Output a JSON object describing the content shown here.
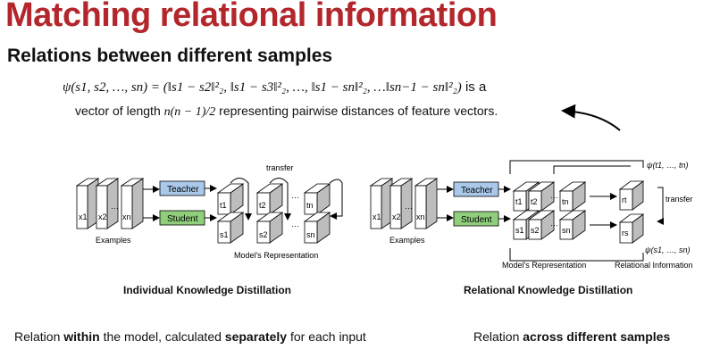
{
  "slide": {
    "title": "Matching relational information",
    "subtitle": "Relations between different samples",
    "formula": "ψ(s1, s2, …, sn) = (‖s1 − s2‖²₂, ‖s1 − s3‖²₂, …, ‖s1 − sn‖²₂, …‖sn−1 − sn‖²₂)",
    "formula_tail": " is a",
    "vector_prefix": "vector of length ",
    "vector_math": "n(n − 1)/2",
    "vector_suffix": " representing pairwise distances of feature vectors."
  },
  "left_diagram": {
    "examples": [
      "x1",
      "x2",
      "…",
      "xn"
    ],
    "examples_label": "Examples",
    "teacher_label": "Teacher",
    "student_label": "Student",
    "teacher_outputs": [
      "t1",
      "t2",
      "…",
      "tn"
    ],
    "student_outputs": [
      "s1",
      "s2",
      "…",
      "sn"
    ],
    "transfer_label": "transfer",
    "representation_label": "Model's Representation",
    "caption": "Individual Knowledge Distillation"
  },
  "right_diagram": {
    "examples": [
      "x1",
      "x2",
      "…",
      "xn"
    ],
    "examples_label": "Examples",
    "teacher_label": "Teacher",
    "student_label": "Student",
    "teacher_outputs": [
      "t1",
      "t2",
      "…",
      "tn"
    ],
    "student_outputs": [
      "s1",
      "s2",
      "…",
      "sn"
    ],
    "relation_teacher": "rt",
    "relation_student": "rs",
    "psi_teacher": "ψ(t1, …, tn)",
    "psi_student": "ψ(s1, …, sn)",
    "transfer_label": "transfer",
    "representation_label": "Model's Representation",
    "relational_label": "Relational Information",
    "caption": "Relational Knowledge Distillation"
  },
  "bottom": {
    "left_pre": "Relation ",
    "left_b1": "within",
    "left_mid": " the model, calculated ",
    "left_b2": "separately",
    "left_post": " for each input",
    "right_pre": "Relation ",
    "right_b1": "across different samples"
  },
  "colors": {
    "title": "#b3262b",
    "teacher_box": "#a9c8ea",
    "student_box": "#8fcf7c"
  }
}
